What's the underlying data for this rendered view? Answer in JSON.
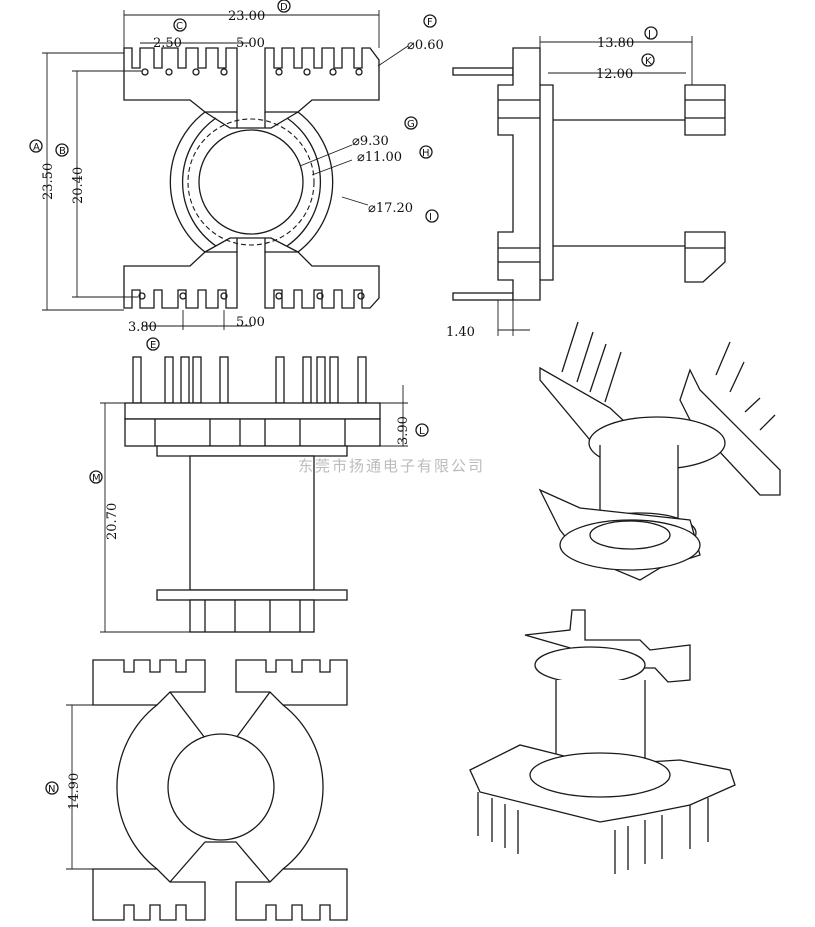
{
  "dimensions": {
    "d_23_00": "23.00",
    "d_2_50": "2.50",
    "d_5_00_top": "5.00",
    "d_0_60": "⌀0.60",
    "d_23_50": "23.50",
    "d_20_40": "20.40",
    "d_9_30": "⌀9.30",
    "d_11_00": "⌀11.00",
    "d_17_20": "⌀17.20",
    "d_3_80": "3.80",
    "d_5_00_bottom": "5.00",
    "d_13_80": "13.80",
    "d_12_00": "12.00",
    "d_1_40": "1.40",
    "d_3_90": "3.90",
    "d_20_70": "20.70",
    "d_14_90": "14.90"
  },
  "callouts": {
    "A": "A",
    "B": "B",
    "C": "C",
    "D": "D",
    "E": "E",
    "F": "F",
    "G": "G",
    "H": "H",
    "I": "I",
    "J": "J",
    "K": "K",
    "L": "L",
    "M": "M",
    "N": "N"
  },
  "watermark": "东莞市扬通电子有限公司"
}
